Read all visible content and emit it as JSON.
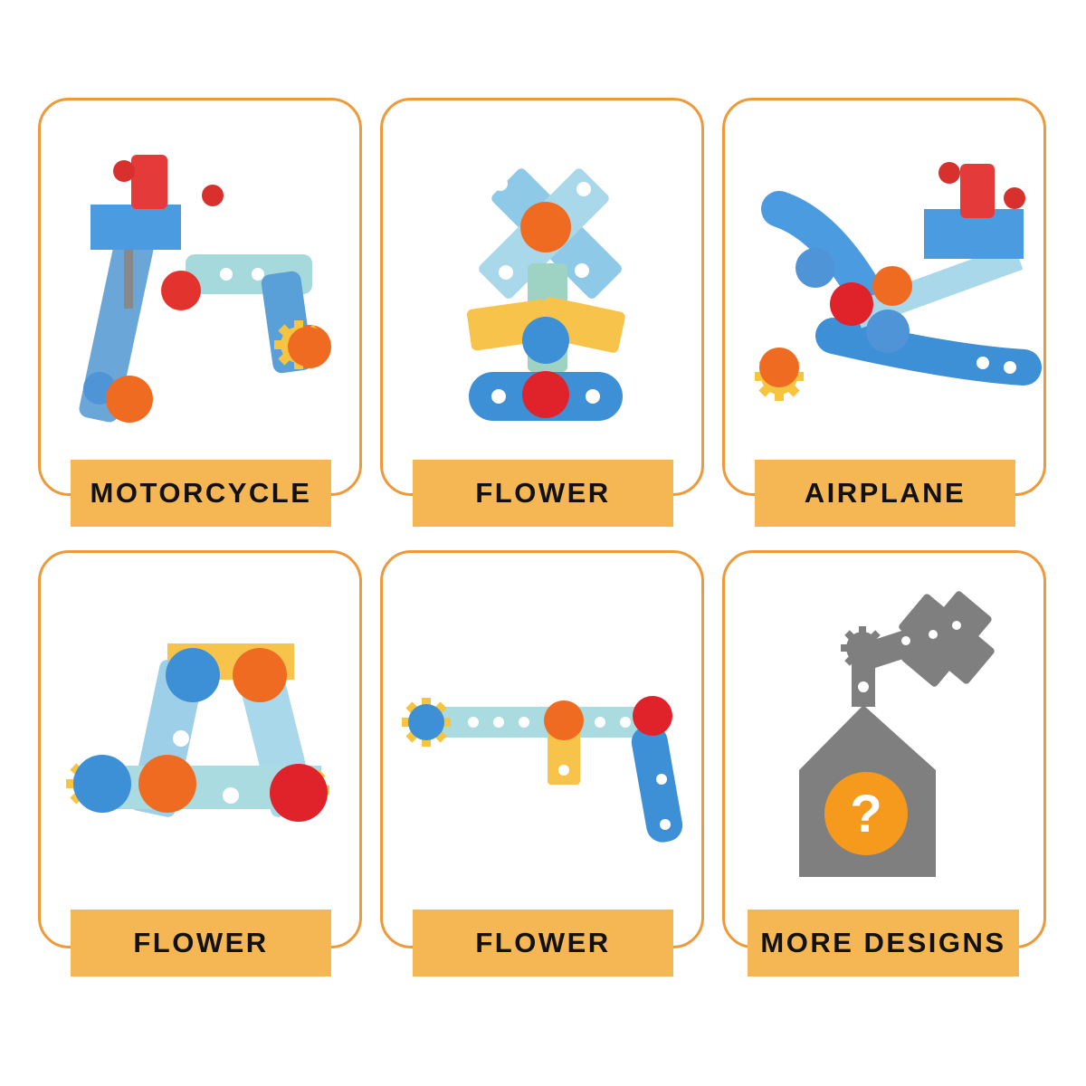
{
  "accent_color": "#ee9a3a",
  "label_color": "#f5b753",
  "cards": [
    {
      "label": "MOTORCYCLE",
      "icon": "motorcycle-toy-icon"
    },
    {
      "label": "FLOWER",
      "icon": "flower-toy-icon"
    },
    {
      "label": "AIRPLANE",
      "icon": "airplane-toy-icon"
    },
    {
      "label": "FLOWER",
      "icon": "flower-frame-toy-icon"
    },
    {
      "label": "FLOWER",
      "icon": "flower-arm-toy-icon"
    },
    {
      "label": "MORE DESIGNS",
      "icon": "question-mark-icon"
    }
  ]
}
